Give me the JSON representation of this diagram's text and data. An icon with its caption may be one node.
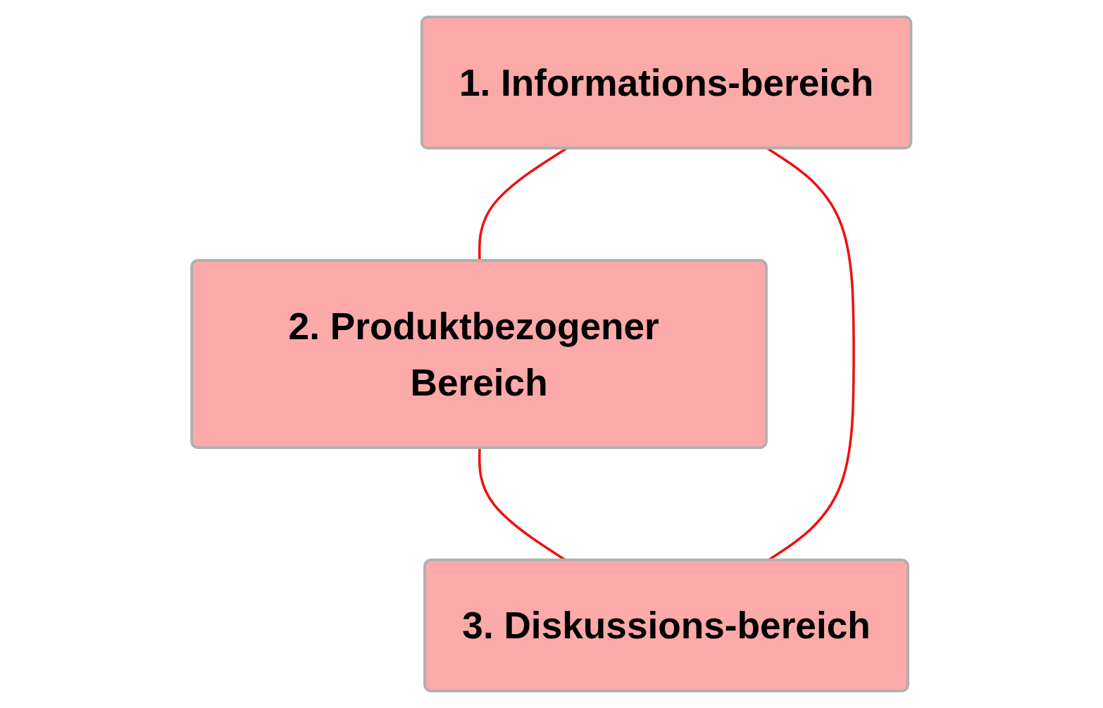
{
  "diagram": {
    "nodes": [
      {
        "text": [
          "1. Informations-bereich"
        ]
      },
      {
        "text": [
          "2. Produktbezogener Bereich"
        ]
      },
      {
        "text": [
          "3. Diskussions-bereich"
        ]
      }
    ],
    "edges": [
      {
        "from": 0,
        "to": 1,
        "arrow": "none",
        "color": "#ee1111"
      },
      {
        "from": 1,
        "to": 2,
        "arrow": "none",
        "color": "#ee1111"
      },
      {
        "from": 2,
        "to": 0,
        "arrow": "none",
        "color": "#ee1111"
      }
    ]
  }
}
